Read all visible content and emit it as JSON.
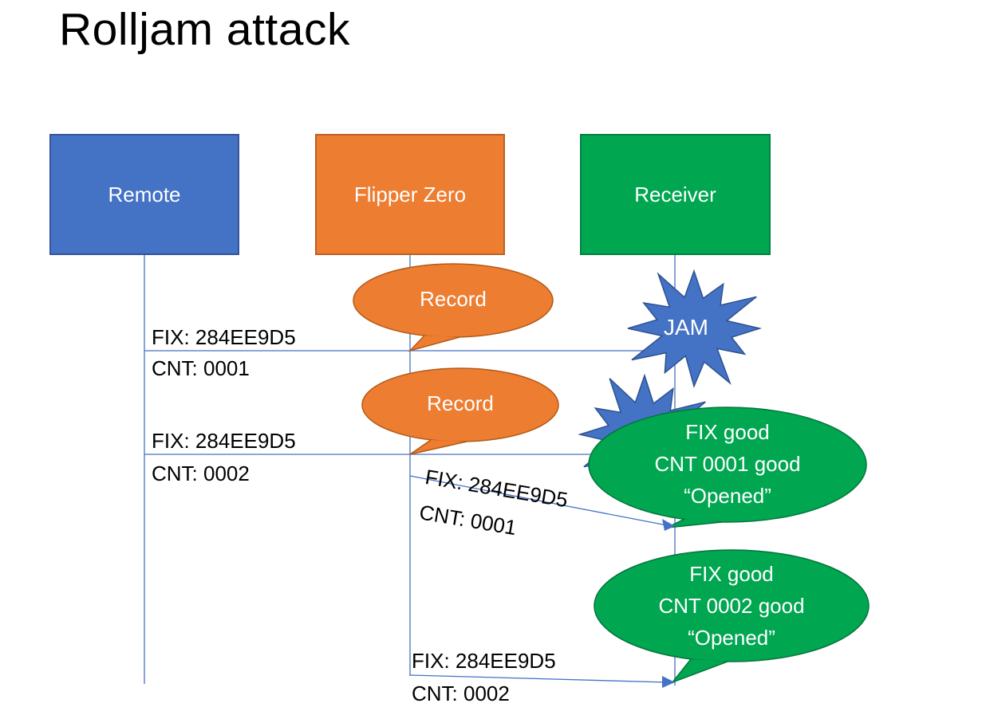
{
  "title": "Rolljam attack",
  "colors": {
    "blue": "#4472C4",
    "orange": "#ED7D31",
    "green": "#00A650",
    "line": "#4472C4"
  },
  "actors": [
    {
      "name": "Remote"
    },
    {
      "name": "Flipper Zero"
    },
    {
      "name": "Receiver"
    }
  ],
  "messages": [
    {
      "fix": "FIX: 284EE9D5",
      "cnt": "CNT: 0001"
    },
    {
      "fix": "FIX: 284EE9D5",
      "cnt": "CNT: 0002"
    },
    {
      "fix": "FIX: 284EE9D5",
      "cnt": "CNT: 0001"
    },
    {
      "fix": "FIX: 284EE9D5",
      "cnt": "CNT: 0002"
    }
  ],
  "callouts": {
    "record1": {
      "text": "Record"
    },
    "record2": {
      "text": "Record"
    },
    "jam": {
      "text": "JAM"
    },
    "result1": {
      "lines": [
        "FIX good",
        "CNT 0001 good",
        "“Opened”"
      ]
    },
    "result2": {
      "lines": [
        "FIX good",
        "CNT 0002 good",
        "“Opened”"
      ]
    }
  }
}
